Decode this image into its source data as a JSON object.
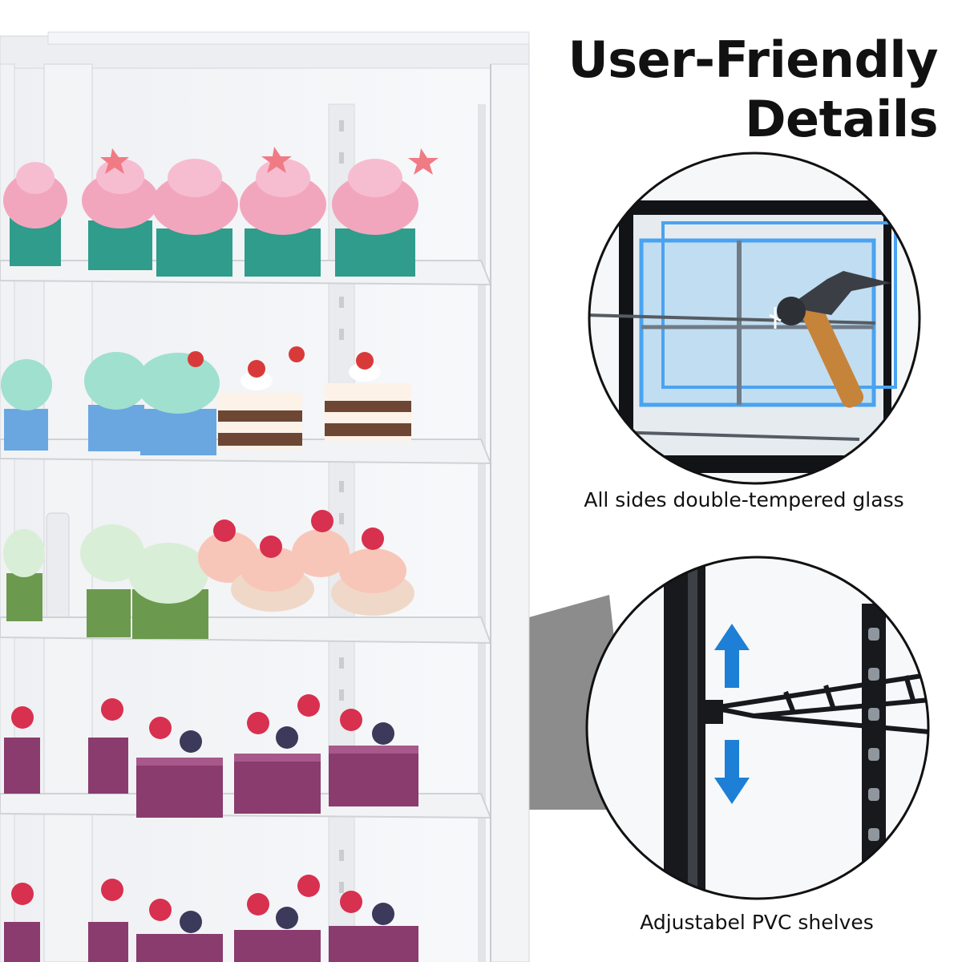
{
  "heading": {
    "line1": "User-Friendly",
    "line2": "Details"
  },
  "features": [
    {
      "caption": "All sides double-tempered glass",
      "icon": "hammer-glass-icon"
    },
    {
      "caption": "Adjustabel PVC shelves",
      "icon": "up-down-arrows-icon"
    }
  ],
  "product": {
    "shelves": [
      {
        "items": [
          "pink-star-cupcake",
          "pink-star-cupcake",
          "pink-star-cupcake",
          "pink-star-cupcake"
        ]
      },
      {
        "items": [
          "mint-cupcake",
          "mint-cupcake",
          "strawberry-layer-cake",
          "strawberry-layer-cake"
        ]
      },
      {
        "items": [
          "green-cupcake",
          "green-cupcake",
          "raspberry-cupcake",
          "raspberry-cupcake"
        ]
      },
      {
        "items": [
          "berry-mousse-cake",
          "berry-mousse-cake",
          "berry-mousse-cake",
          "berry-mousse-cake"
        ]
      },
      {
        "items": [
          "berry-mousse-cake",
          "berry-mousse-cake",
          "berry-mousse-cake",
          "berry-mousse-cake"
        ]
      }
    ]
  },
  "colors": {
    "frame": "#f2f3f5",
    "accent_arrow": "#1e7fd6",
    "glass_highlight": "#4aa3f0",
    "callout_gray": "#8c8c8c",
    "cake_purple": "#8a3c6e",
    "frosting_pink": "#f2a6bd",
    "frosting_mint": "#9fe0cf",
    "cup_teal": "#2f9c8c",
    "cup_blue": "#6aa7e0",
    "cup_green": "#6b9a4e"
  }
}
